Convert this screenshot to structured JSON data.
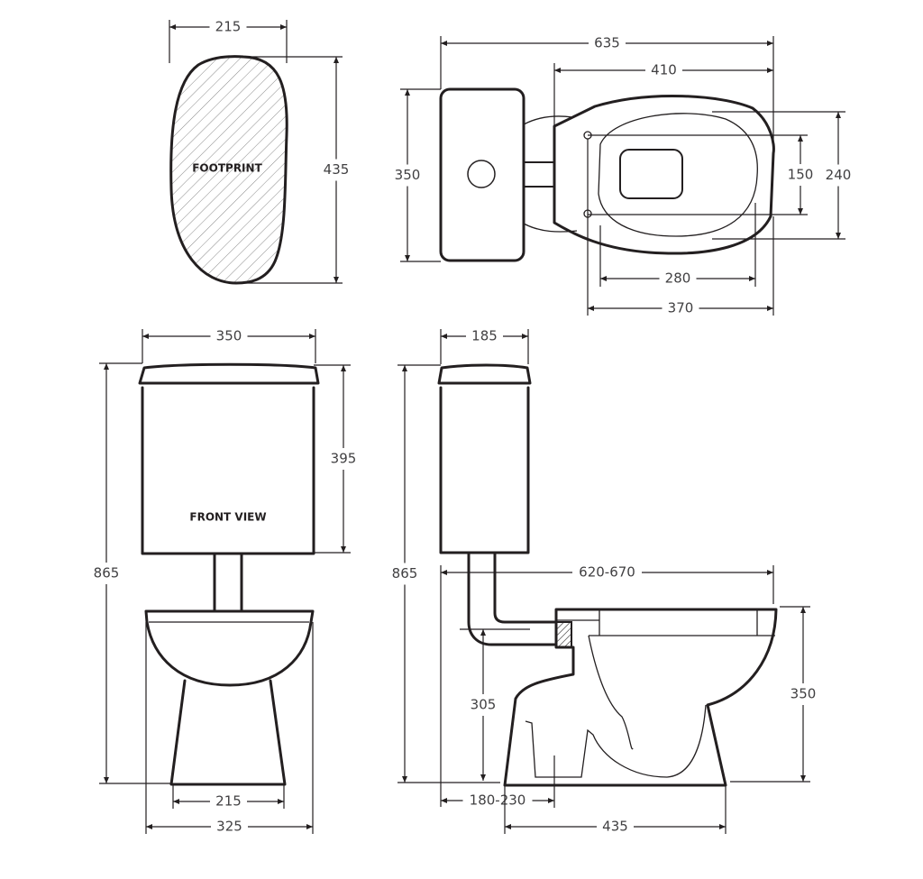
{
  "labels": {
    "footprint": "FOOTPRINT",
    "front_view": "FRONT VIEW"
  },
  "dimensions": {
    "footprint_width": "215",
    "footprint_depth": "435",
    "plan_overall_length": "635",
    "plan_pan_length": "410",
    "plan_cistern_width": "350",
    "plan_seat_hinge_spacing": "150",
    "plan_pan_width": "240",
    "plan_seat_280": "280",
    "plan_seat_370": "370",
    "front_cistern_width": "350",
    "front_cistern_height": "395",
    "front_overall_height": "865",
    "front_base_width": "215",
    "front_pan_width": "325",
    "side_cistern_depth": "185",
    "side_overall_height": "865",
    "side_projection": "620-670",
    "side_pan_height": "350",
    "side_inlet_height": "305",
    "side_setout": "180-230",
    "side_base_length": "435"
  }
}
